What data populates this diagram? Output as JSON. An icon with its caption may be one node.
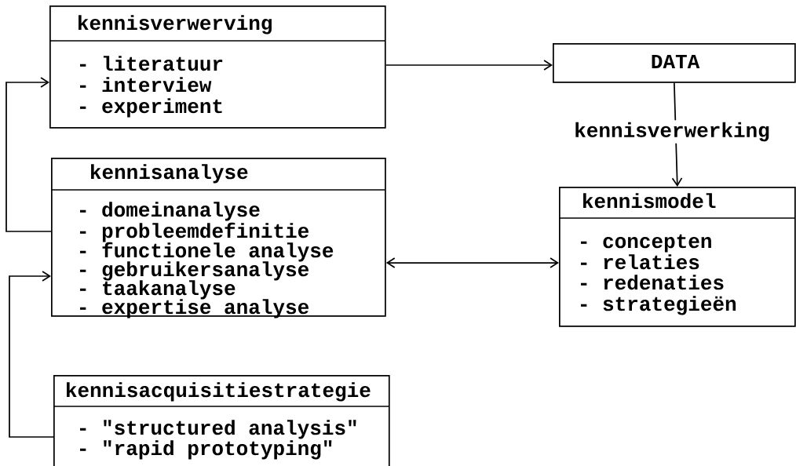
{
  "diagram": {
    "nodes": [
      {
        "text": [
          "kennisverwerving",
          "- literatuur",
          "- interview",
          "- experiment"
        ]
      },
      {
        "text": [
          "DATA"
        ]
      },
      {
        "text": [
          "kennisanalyse",
          "- domeinanalyse",
          "- probleemdefinitie",
          "- functionele analyse",
          "- gebruikersanalyse",
          "- taakanalyse",
          "- expertise analyse"
        ]
      },
      {
        "text": [
          "kennismodel",
          "- concepten",
          "- relaties",
          "- redenaties",
          "- strategieën"
        ]
      },
      {
        "text": [
          "kennisacquisitiestrategie",
          "- \"structured analysis\"",
          "- \"rapid prototyping\""
        ]
      }
    ],
    "edges": [
      {
        "from": 0,
        "to": 1,
        "arrow": "to"
      },
      {
        "from": 1,
        "to": 3,
        "arrow": "to",
        "label": "kennisverwerking"
      },
      {
        "from": 2,
        "to": 3,
        "arrow": "both"
      },
      {
        "from": 2,
        "to": 0,
        "arrow": "to"
      },
      {
        "from": 4,
        "to": 2,
        "arrow": "to"
      }
    ]
  }
}
